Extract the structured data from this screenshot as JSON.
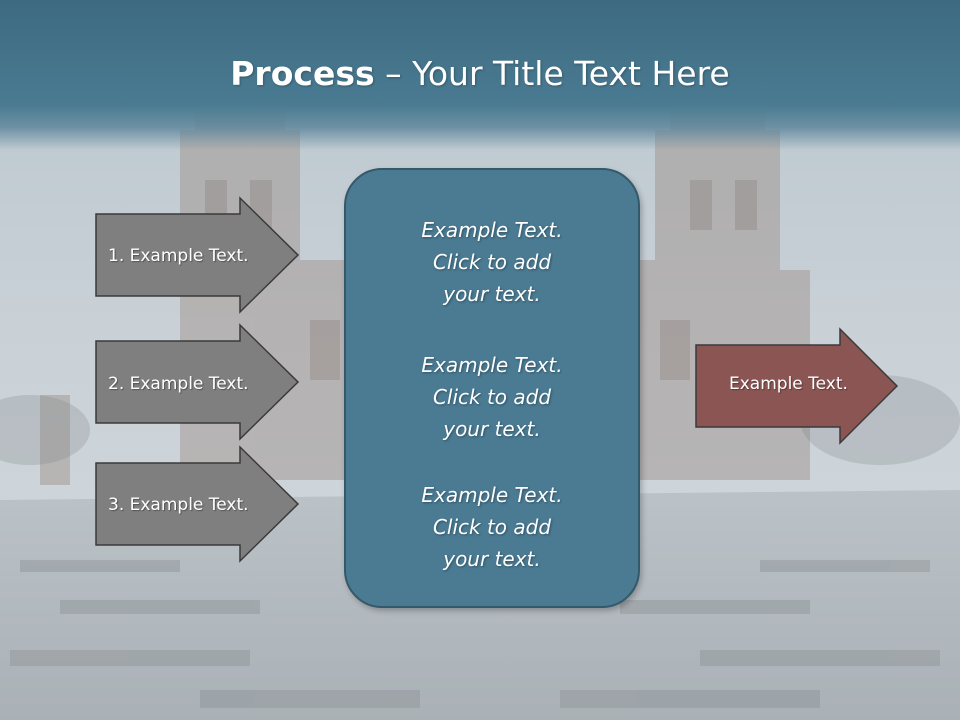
{
  "title": {
    "strong": "Process",
    "rest": " – Your Title Text Here"
  },
  "inputs": [
    {
      "label": "1. Example Text."
    },
    {
      "label": "2. Example Text."
    },
    {
      "label": "3. Example Text."
    }
  ],
  "center": {
    "blocks": [
      {
        "line1": "Example Text.",
        "line2": "Click  to add",
        "line3": "your text."
      },
      {
        "line1": "Example Text.",
        "line2": "Click  to add",
        "line3": "your text."
      },
      {
        "line1": "Example Text.",
        "line2": "Click  to add",
        "line3": "your text."
      }
    ]
  },
  "output": {
    "label": "Example Text."
  },
  "colors": {
    "title_bar": "#4a7b92",
    "input_arrow_fill": "#7f7f7f",
    "center_box_fill": "#4a7b93",
    "output_arrow_fill": "#8a5552"
  }
}
